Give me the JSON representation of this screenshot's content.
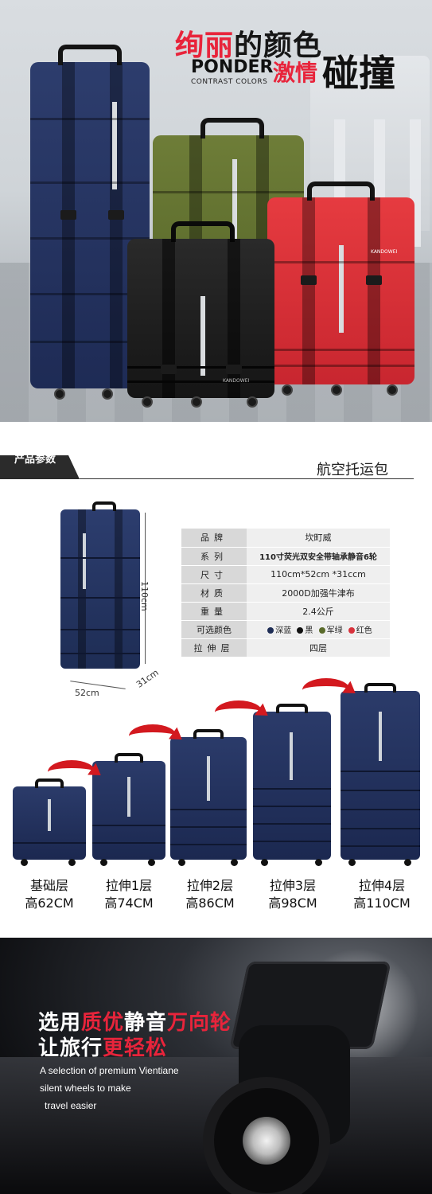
{
  "hero": {
    "headline_red": "绚丽",
    "headline_black": "的颜色",
    "brand": "PONDER",
    "brand_sub": "CONTRAST COLORS",
    "passion": "激情",
    "collide": "碰撞",
    "bag_brand_text": "KANDOWEI"
  },
  "params": {
    "section_tag": "产品参数",
    "product_name": "航空托运包",
    "dims": {
      "height": "110cm",
      "width": "52cm",
      "depth": "31cm"
    },
    "rows": [
      {
        "key": "品牌",
        "value": "坎町威"
      },
      {
        "key": "系列",
        "value": "110寸荧光双安全带轴承静音6轮"
      },
      {
        "key": "尺寸",
        "value": "110cm*52cm *31ccm"
      },
      {
        "key": "材质",
        "value": "2000D加强牛津布"
      },
      {
        "key": "重量",
        "value": "2.4公斤"
      },
      {
        "key": "可选颜色",
        "colors": [
          {
            "label": "深蓝",
            "hex": "#1e2d55"
          },
          {
            "label": "黑",
            "hex": "#111111"
          },
          {
            "label": "军绿",
            "hex": "#5a6b2b"
          },
          {
            "label": "红色",
            "hex": "#d8323c"
          }
        ]
      },
      {
        "key": "拉伸层",
        "value": "四层"
      }
    ],
    "steps": [
      {
        "name": "基础层",
        "height": "高62CM"
      },
      {
        "name": "拉伸1层",
        "height": "高74CM"
      },
      {
        "name": "拉伸2层",
        "height": "高86CM"
      },
      {
        "name": "拉伸3层",
        "height": "高98CM"
      },
      {
        "name": "拉伸4层",
        "height": "高110CM"
      }
    ]
  },
  "wheel": {
    "title_1_red_a": "选用",
    "title_1_white_a": "质优",
    "title_1_red_b": "静音",
    "title_1_white_b": "万向轮",
    "title_2_white_a": "让旅行",
    "title_2_red": "更轻松",
    "sub_1": "A selection of premium Vientiane",
    "sub_2": "silent wheels to make",
    "sub_3": "travel easier"
  },
  "colors": {
    "accent_red": "#e8243b",
    "navy": "#1e2d55",
    "dark": "#2b2b2b"
  }
}
